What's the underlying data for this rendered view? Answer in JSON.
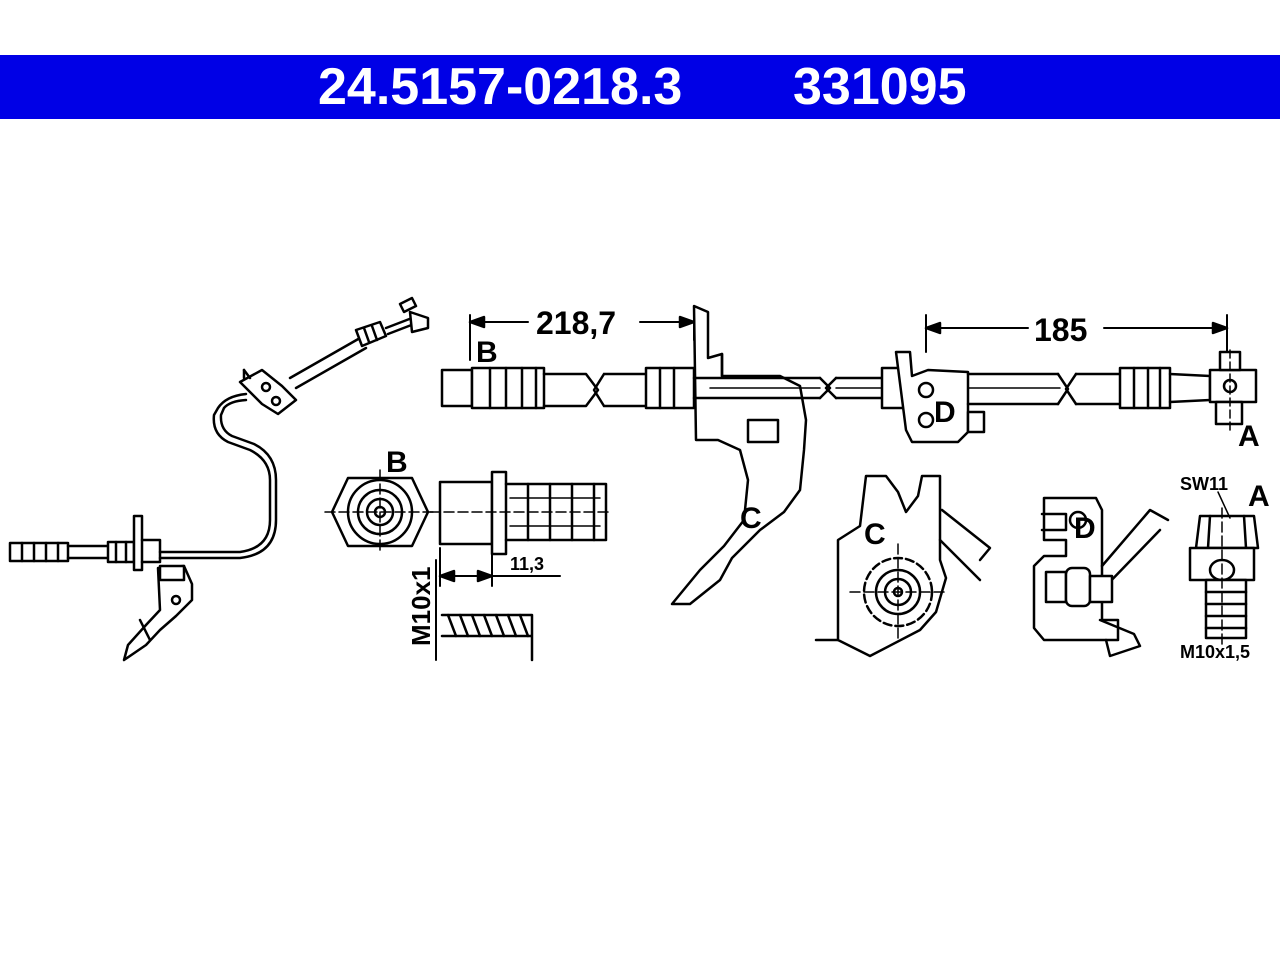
{
  "header": {
    "part_number": "24.5157-0218.3",
    "reference_number": "331095",
    "background_color": "#0000e6",
    "text_color": "#ffffff"
  },
  "dimensions": {
    "length_left": "218,7",
    "length_right": "185",
    "detail_b_offset": "11,3",
    "detail_b_thread": "M10x1",
    "detail_a_wrench": "SW11",
    "detail_a_thread": "M10x1,5"
  },
  "labels": {
    "a_main": "A",
    "b_main": "B",
    "c_main": "C",
    "d_main": "D",
    "b_detail": "B",
    "c_detail": "C",
    "d_detail": "D",
    "a_detail": "A"
  }
}
